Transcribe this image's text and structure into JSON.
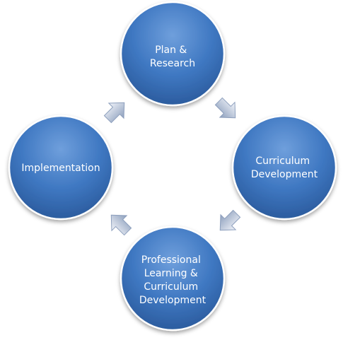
{
  "diagram": {
    "type": "cycle",
    "colors": {
      "node_light": "#6f9fdc",
      "node_mid": "#3f78c2",
      "node_dark": "#2a5a9c",
      "node_stroke": "#ffffff",
      "arrow_light": "#f2f5fa",
      "arrow_dark": "#8d9fbd",
      "label_text": "#ffffff"
    },
    "nodes": [
      {
        "id": "plan",
        "lines": [
          "Plan &",
          "Research"
        ]
      },
      {
        "id": "curriculum",
        "lines": [
          "Curriculum",
          "Development"
        ]
      },
      {
        "id": "professional",
        "lines": [
          "Professional",
          "Learning &",
          "Curriculum",
          "Development"
        ]
      },
      {
        "id": "implementation",
        "lines": [
          "Implementation"
        ]
      }
    ],
    "connections": [
      {
        "from": "plan",
        "to": "curriculum"
      },
      {
        "from": "curriculum",
        "to": "professional"
      },
      {
        "from": "professional",
        "to": "implementation"
      },
      {
        "from": "implementation",
        "to": "plan"
      }
    ]
  }
}
